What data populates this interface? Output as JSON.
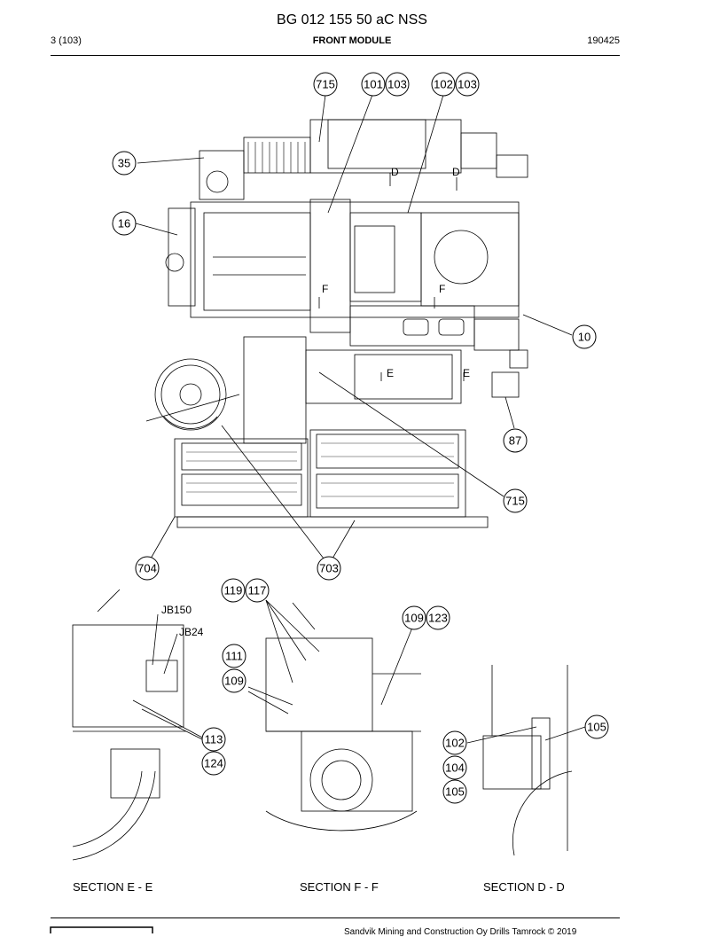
{
  "header": {
    "title": "BG 012 155 50 aC NSS",
    "page": "3 (103)",
    "section": "FRONT MODULE",
    "date": "190425"
  },
  "callouts": {
    "c715a": "715",
    "c101": "101",
    "c103a": "103",
    "c102a": "102",
    "c103b": "103",
    "c35": "35",
    "c16": "16",
    "c10": "10",
    "c87": "87",
    "c715b": "715",
    "c704": "704",
    "c703": "703",
    "c119": "119",
    "c117": "117",
    "c109a": "109",
    "c123": "123",
    "c111": "111",
    "c109b": "109",
    "c113": "113",
    "c124": "124",
    "c102b": "102",
    "c104": "104",
    "c105a": "105",
    "c105b": "105"
  },
  "tags": {
    "jb150": "JB150",
    "jb24": "JB24",
    "section_d1": "D",
    "section_d2": "D",
    "section_f1": "F",
    "section_f2": "F",
    "section_e1": "E",
    "section_e2": "E"
  },
  "sections": {
    "ee": "SECTION E - E",
    "ff": "SECTION F - F",
    "dd": "SECTION D - D"
  },
  "footer": {
    "copyright": "Sandvik Mining and Construction Oy Drills Tamrock © 2019"
  }
}
